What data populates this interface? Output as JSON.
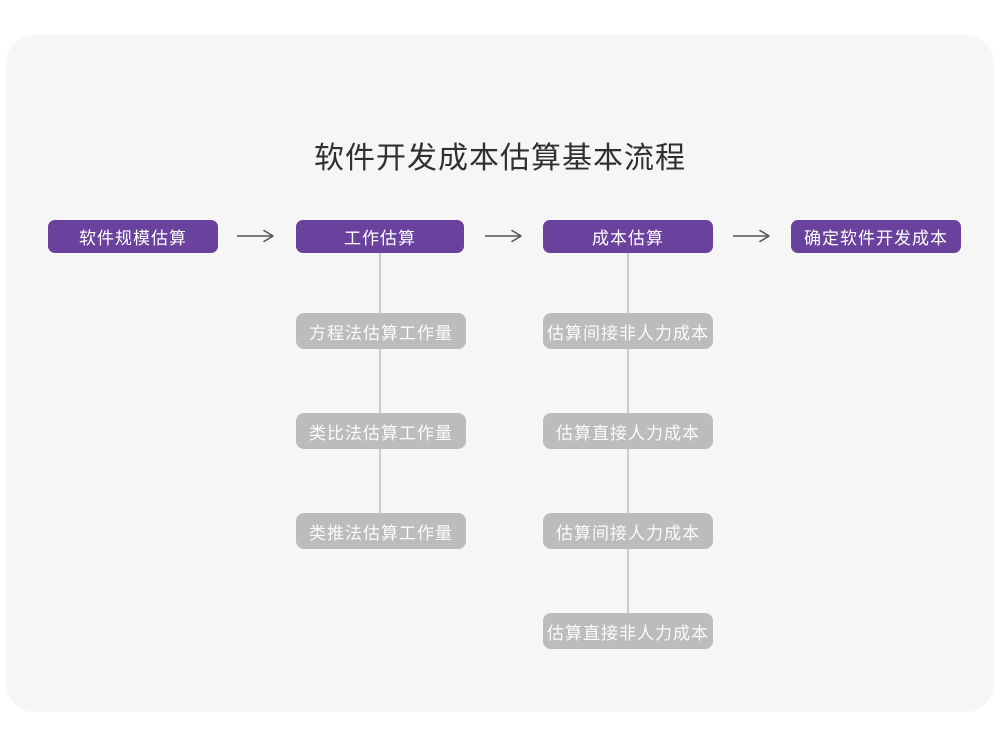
{
  "title": "软件开发成本估算基本流程",
  "colors": {
    "page_bg": "#ffffff",
    "card_bg": "#f6f6f7",
    "primary": "#6a429d",
    "secondary": "#bcbcbc",
    "connector": "#cccccc",
    "arrow": "#555555",
    "title_text": "#303030",
    "node_text": "#ffffff"
  },
  "flow_nodes": [
    {
      "label": "软件规模估算"
    },
    {
      "label": "工作估算"
    },
    {
      "label": "成本估算"
    },
    {
      "label": "确定软件开发成本"
    }
  ],
  "columns": [
    {
      "under": "工作估算",
      "steps": [
        {
          "label": "方程法估算工作量"
        },
        {
          "label": "类比法估算工作量"
        },
        {
          "label": "类推法估算工作量"
        }
      ]
    },
    {
      "under": "成本估算",
      "steps": [
        {
          "label": "估算间接非人力成本"
        },
        {
          "label": "估算直接人力成本"
        },
        {
          "label": "估算间接人力成本"
        },
        {
          "label": "估算直接非人力成本"
        }
      ]
    }
  ]
}
